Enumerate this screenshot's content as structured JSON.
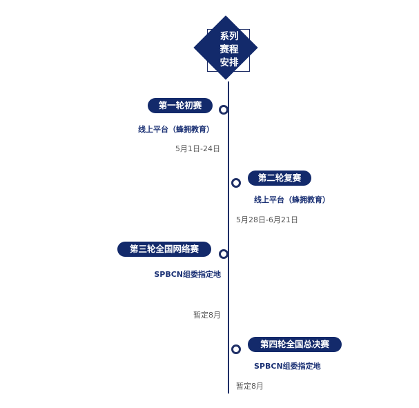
{
  "header": {
    "line1": "系列",
    "line2": "赛程",
    "line3": "安排"
  },
  "stages": [
    {
      "title": "第一轮初赛",
      "venue": "线上平台（蜂拥教育）",
      "date": "5月1日-24日"
    },
    {
      "title": "第二轮复赛",
      "venue": "线上平台（蜂拥教育）",
      "date": "5月28日-6月21日"
    },
    {
      "title": "第三轮全国网络赛",
      "venue": "SPBCN组委指定地",
      "date": "暂定8月"
    },
    {
      "title": "第四轮全国总决赛",
      "venue": "SPBCN组委指定地",
      "date": "暂定8月"
    }
  ],
  "colors": {
    "navy": "#132a6b",
    "line": "#1f2f66"
  }
}
